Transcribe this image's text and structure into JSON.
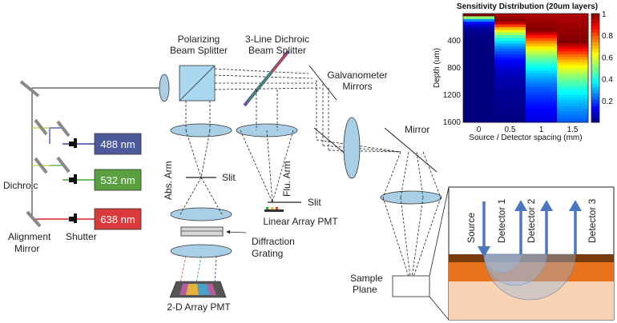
{
  "labels": {
    "polarizing_bs": [
      "Polarizing",
      "Beam Splitter"
    ],
    "three_line_dichroic": [
      "3-Line Dichroic",
      "Beam Splitter"
    ],
    "galvo": [
      "Galvanometer",
      "Mirrors"
    ],
    "mirror": "Mirror",
    "dichroic": "Dichroic",
    "alignment_mirror": [
      "Alignment",
      "Mirror"
    ],
    "shutter": "Shutter",
    "abs_arm": "Abs. Arm",
    "flu_arm": "Flu. Arm",
    "slit_abs": "Slit",
    "slit_flu": "Slit",
    "linear_array_pmt": "Linear Array PMT",
    "diffraction_grating": [
      "Diffraction",
      "Grating"
    ],
    "array_pmt_2d": "2-D Array PMT",
    "sample_plane": [
      "Sample",
      "Plane"
    ]
  },
  "lasers": [
    {
      "label": "488 nm",
      "fill": "#4c5a9b",
      "beam": "#3344aa"
    },
    {
      "label": "532 nm",
      "fill": "#5aa040",
      "beam": "#44aa33"
    },
    {
      "label": "638 nm",
      "fill": "#d93a3a",
      "beam": "#dd2222"
    }
  ],
  "inset": {
    "source": "Source",
    "detectors": [
      "Detector 1",
      "Detector 2",
      "Detector 3"
    ],
    "layer_colors": [
      "#7a3d0e",
      "#e8731a",
      "#f9d3b4"
    ]
  },
  "chart_data": {
    "type": "heatmap",
    "title": "Sensitivity Distribution (20um layers)",
    "xlabel": "Source / Detector spacing (mm)",
    "ylabel": "Depth (um)",
    "x_ticks": [
      "0",
      "0.5",
      "1",
      "1.5"
    ],
    "y_ticks": [
      "400",
      "800",
      "1200",
      "1600"
    ],
    "colorbar_ticks": [
      "1",
      "0.8",
      "0.6",
      "0.4",
      "0.2"
    ],
    "colorbar_range": [
      0,
      1
    ],
    "depth_range": [
      0,
      1600
    ],
    "columns": [
      {
        "spacing": 0,
        "peak_depth": 20,
        "spread": 60
      },
      {
        "spacing": 0.5,
        "peak_depth": 120,
        "spread": 280
      },
      {
        "spacing": 1,
        "peak_depth": 250,
        "spread": 560
      },
      {
        "spacing": 1.5,
        "peak_depth": 420,
        "spread": 760
      }
    ]
  }
}
